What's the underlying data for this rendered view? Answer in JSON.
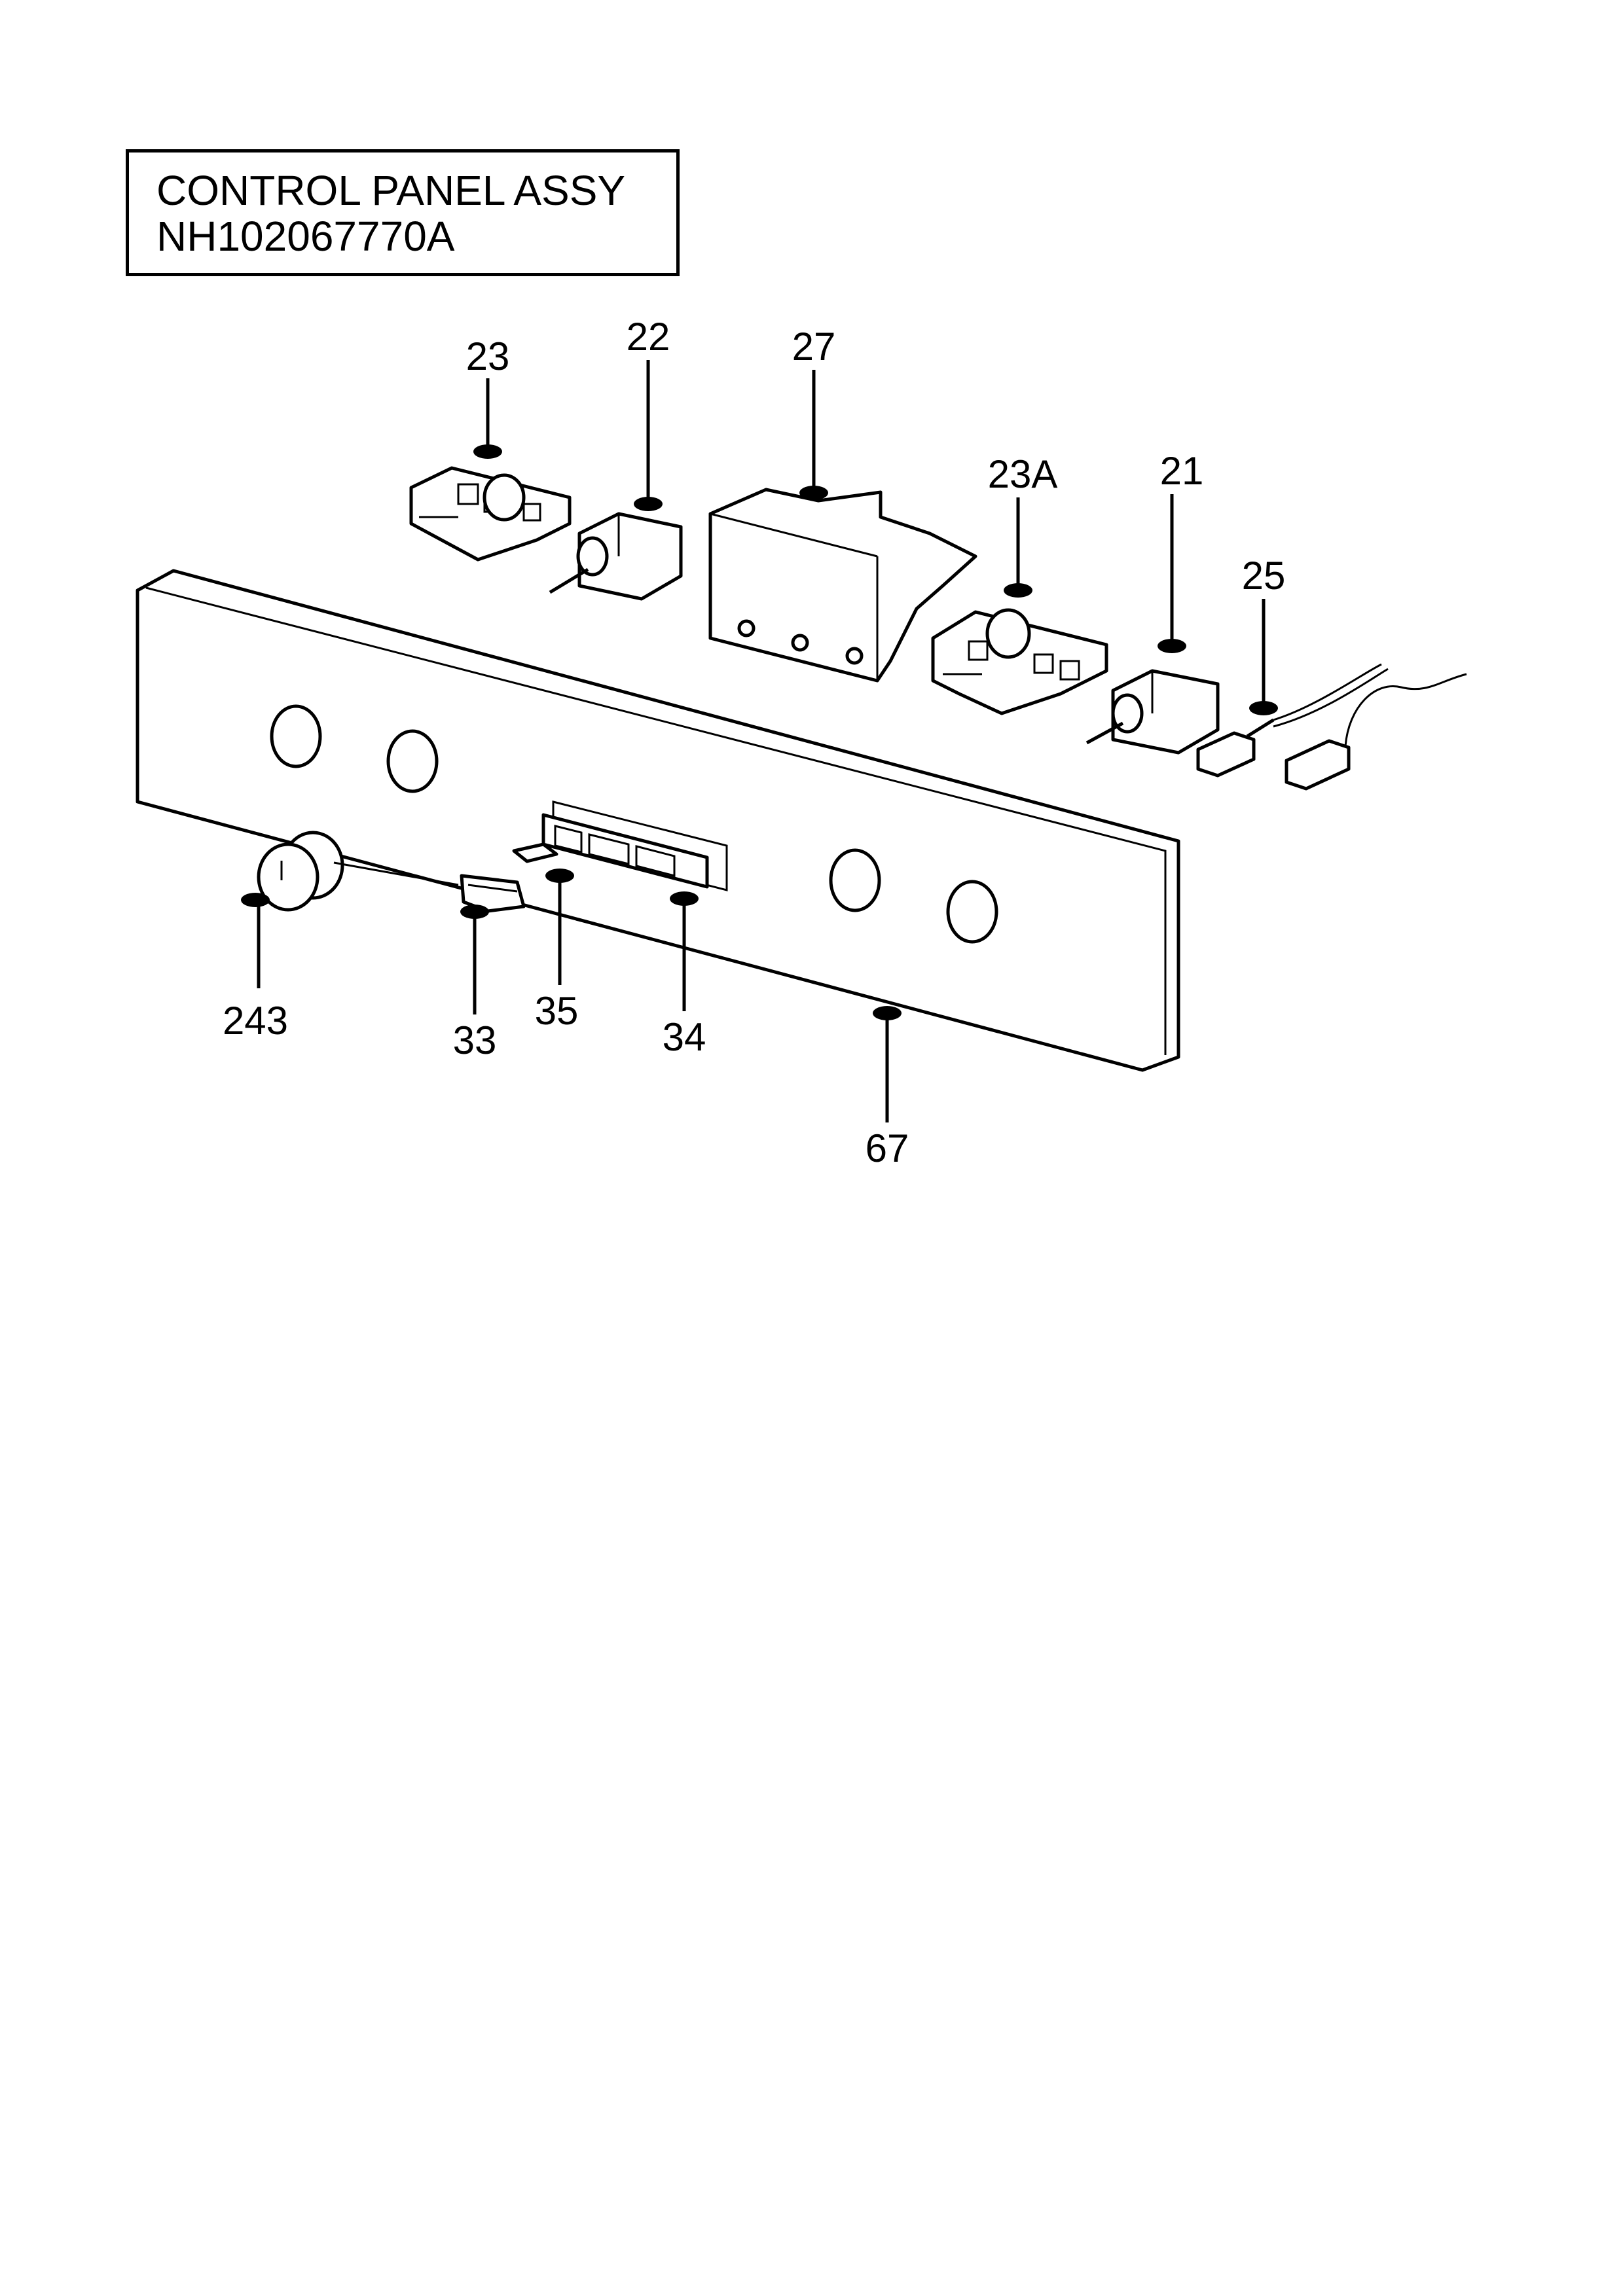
{
  "title": {
    "line1": "CONTROL PANEL ASSY",
    "line2": "NH102067770A"
  },
  "callouts": {
    "c23": "23",
    "c22": "22",
    "c27": "27",
    "c23a": "23A",
    "c21": "21",
    "c25": "25",
    "c243": "243",
    "c33": "33",
    "c35": "35",
    "c34": "34",
    "c67": "67"
  }
}
